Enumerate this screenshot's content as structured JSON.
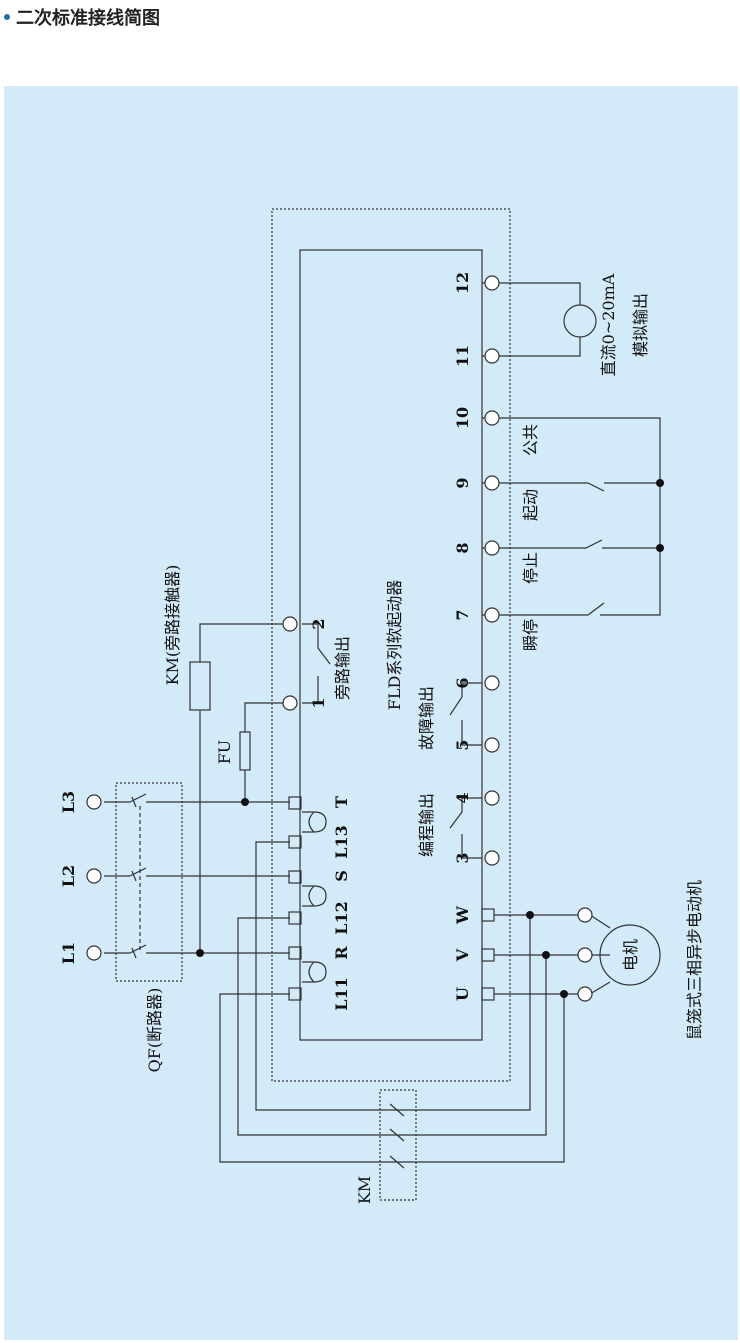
{
  "page": {
    "title": "二次标准接线简图",
    "colors": {
      "accent": "#1f6fa8",
      "panel_bg": "#d3eaf8",
      "line": "#333333"
    }
  },
  "diagram": {
    "starter_label": "FLD系列软起动器",
    "motor_label": "电机",
    "motor_caption": "鼠笼式三相异步电动机",
    "analog_caption_1": "直流0~20mA",
    "analog_caption_2": "模拟输出",
    "bypass_contactor_label": "KM(旁路接触器)",
    "breaker_label": "QF(断路器)",
    "km_label": "KM",
    "fu_label": "FU",
    "bypass_out_label": "旁路输出",
    "fault_out_label": "故障输出",
    "prog_out_label": "编程输出",
    "common_label": "公共",
    "start_label": "起动",
    "stop_label": "停止",
    "instant_stop_label": "瞬停",
    "supply_terminals": [
      "L1",
      "L2",
      "L3"
    ],
    "input_labels": [
      "R",
      "S",
      "T"
    ],
    "aux_labels": [
      "L11",
      "L12",
      "L13"
    ],
    "output_labels": [
      "U",
      "V",
      "W"
    ],
    "control_terminals": [
      "1",
      "2",
      "3",
      "4",
      "5",
      "6",
      "7",
      "8",
      "9",
      "10",
      "11",
      "12"
    ]
  }
}
